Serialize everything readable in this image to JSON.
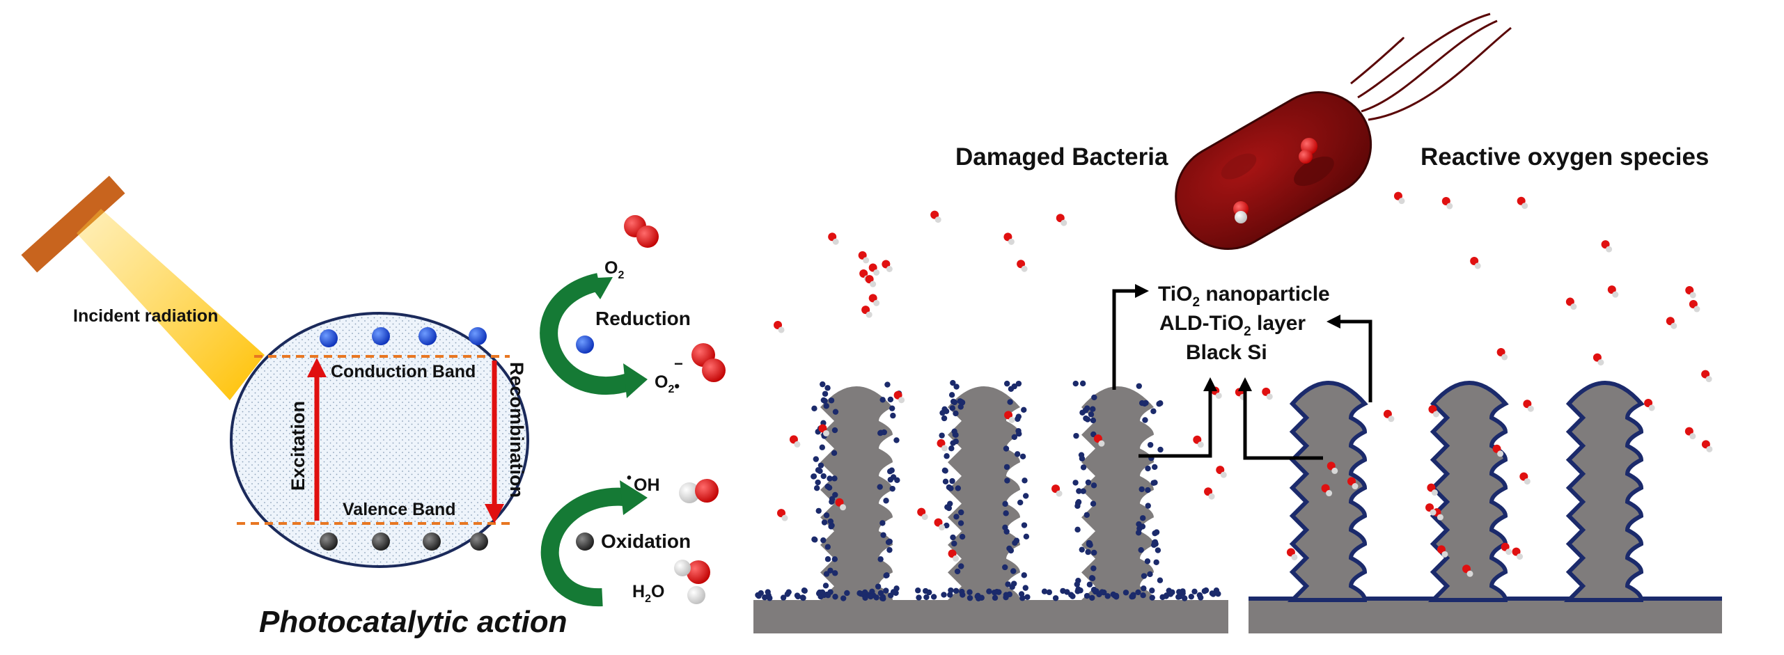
{
  "labels": {
    "incident_radiation": "Incident radiation",
    "o2": "O",
    "o2_sub": "2",
    "reduction": "Reduction",
    "superoxide": "O",
    "superoxide_sub": "2",
    "superoxide_sup": "−",
    "superoxide_dot": "•",
    "conduction_band": "Conduction Band",
    "valence_band": "Valence Band",
    "excitation": "Excitation",
    "recombination": "Recombination",
    "hydroxyl": "OH",
    "hydroxyl_dot": "•",
    "oxidation": "Oxidation",
    "water": "H",
    "water_sub": "2",
    "water_tail": "O",
    "title": "Photocatalytic action",
    "damaged_bacteria": "Damaged Bacteria",
    "reactive_oxygen_species": "Reactive oxygen species",
    "tio2_nanoparticle_a": "TiO",
    "tio2_nanoparticle_sub": "2",
    "tio2_nanoparticle_b": " nanoparticle",
    "ald_tio2_a": "ALD-TiO",
    "ald_tio2_sub": "2",
    "ald_tio2_b": " layer",
    "black_si": "Black Si"
  },
  "colors": {
    "electron": "#1f4fd6",
    "hole": "#333333",
    "band_line": "#e87722",
    "arrow_red": "#e01010",
    "arrow_green": "#1a8a3a",
    "silicon": "#7f7c7c",
    "layer": "#1b2a6b",
    "oxygen": "#e01010",
    "bacteria": "#7a0a0a"
  }
}
